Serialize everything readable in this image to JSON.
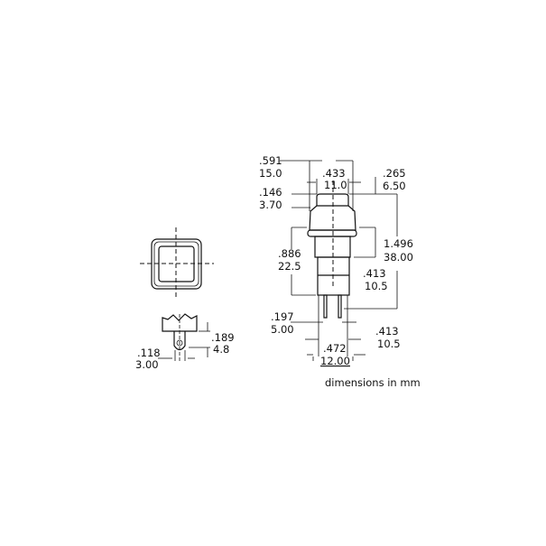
{
  "dimensions": {
    "overall_diameter": {
      "in": ".591",
      "mm": "15.0"
    },
    "cap_width": {
      "in": ".433",
      "mm": "11.0"
    },
    "cap_height": {
      "in": ".146",
      "mm": "3.70"
    },
    "cap_offset": {
      "in": ".265",
      "mm": "6.50"
    },
    "body_length": {
      "in": ".886",
      "mm": "22.5"
    },
    "total_length": {
      "in": "1.496",
      "mm": "38.00"
    },
    "bushing_length": {
      "in": ".413",
      "mm": "10.5"
    },
    "pin_spacing": {
      "in": ".197",
      "mm": "5.00"
    },
    "body_width": {
      "in": ".413",
      "mm": "10.5"
    },
    "thread_diameter": {
      "in": ".472",
      "mm": "12.00"
    },
    "terminal_height": {
      "in": ".189",
      "mm": "4.8"
    },
    "terminal_width": {
      "in": ".118",
      "mm": "3.00"
    }
  },
  "note": "dimensions in mm"
}
